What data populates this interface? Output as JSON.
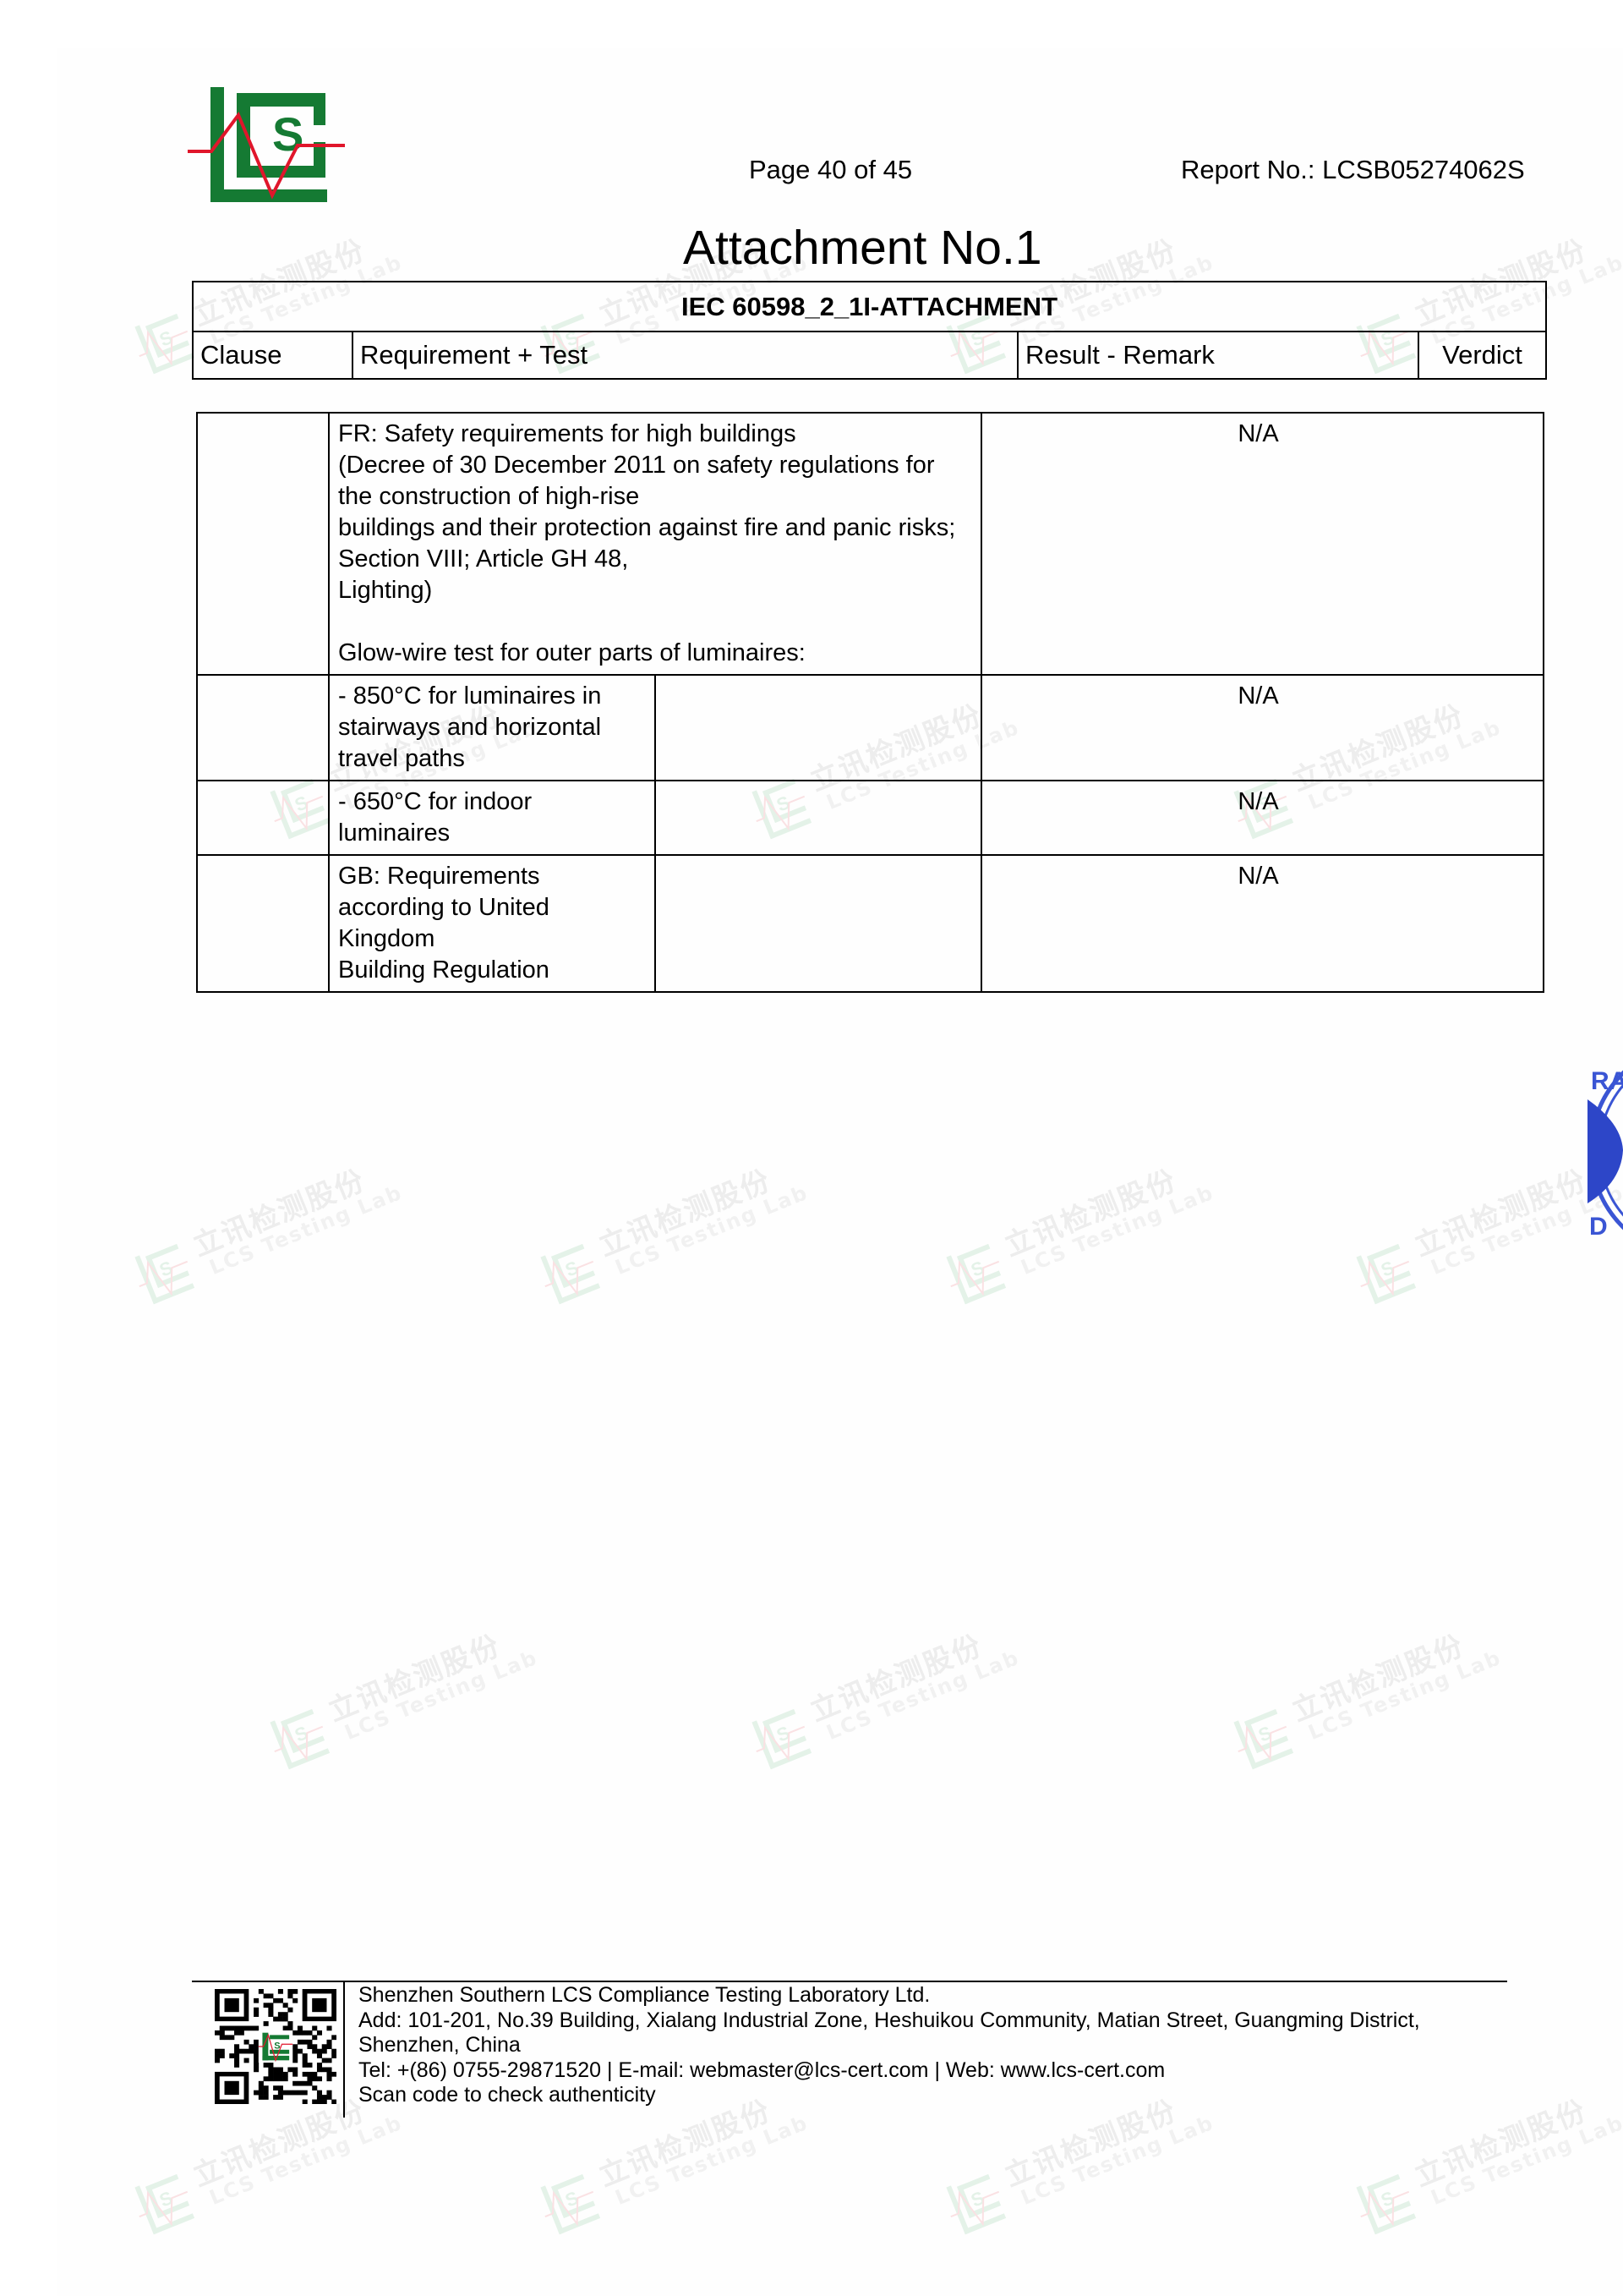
{
  "header": {
    "logo": "lcs-logo-icon",
    "page_label": "Page 40 of 45",
    "report_no": "Report No.: LCSB05274062S"
  },
  "attachment_title": "Attachment No.1",
  "table_header": {
    "title": "IEC 60598_2_1I-ATTACHMENT",
    "columns": [
      "Clause",
      "Requirement + Test",
      "Result - Remark",
      "Verdict"
    ]
  },
  "rows": [
    {
      "clause": "",
      "requirement_lines": [
        "FR: Safety requirements for high buildings",
        "(Decree of 30 December 2011 on safety regulations for the construction of high-rise",
        "buildings and their protection against fire and panic risks; Section VIII; Article GH 48,",
        "Lighting)",
        "",
        "Glow-wire test for outer parts of luminaires:"
      ],
      "result": "",
      "verdict": "N/A"
    },
    {
      "clause": "",
      "requirement_lines": [
        "- 850°C for luminaires in stairways and horizontal",
        "travel paths"
      ],
      "result": "",
      "verdict": "N/A"
    },
    {
      "clause": "",
      "requirement_lines": [
        "- 650°C for indoor luminaires"
      ],
      "result": "",
      "verdict": "N/A"
    },
    {
      "clause": "",
      "requirement_lines": [
        "GB: Requirements according to United Kingdom",
        "Building Regulation"
      ],
      "result": "",
      "verdict": "N/A"
    }
  ],
  "watermark": {
    "cn": "立讯检测股份",
    "en": "LCS Testing Lab"
  },
  "footer": {
    "qr": "qr-code-icon",
    "lines": [
      "Shenzhen Southern LCS Compliance Testing Laboratory Ltd.",
      "Add: 101-201, No.39 Building, Xialang Industrial Zone, Heshuikou Community, Matian Street, Guangming District,",
      "Shenzhen, China",
      "Tel: +(86) 0755-29871520 | E-mail: webmaster@lcs-cert.com | Web: www.lcs-cert.com",
      "Scan code to check authenticity"
    ]
  },
  "colors": {
    "logo_green": "#157a33",
    "logo_red": "#e0162b",
    "stamp_blue": "#2d46c8",
    "watermark_green": "#2f9e55"
  }
}
